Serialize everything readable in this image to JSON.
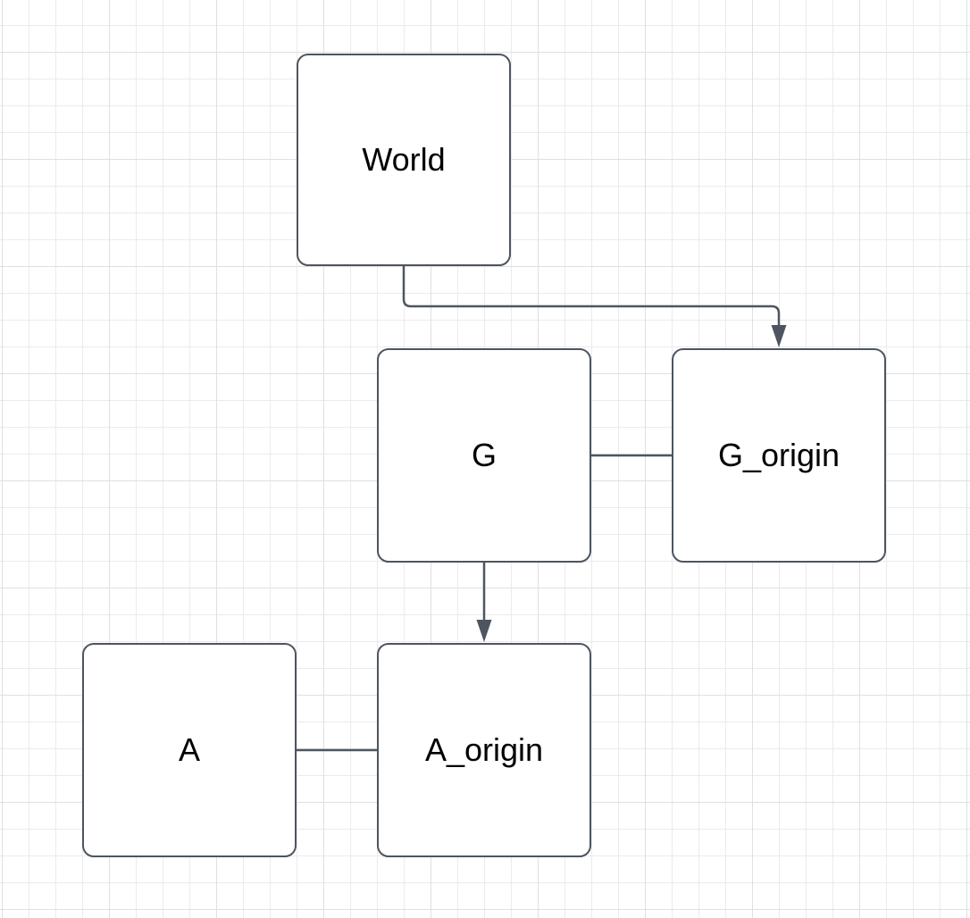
{
  "canvas": {
    "colors": {
      "background": "#ffffff",
      "grid_minor": "#ebebeb",
      "grid_major": "#e0e0e0",
      "stroke": "#4d5560",
      "node_fill": "#ffffff",
      "text": "#000000"
    }
  },
  "nodes": {
    "world": {
      "label": "World"
    },
    "g": {
      "label": "G"
    },
    "g_origin": {
      "label": "G_origin"
    },
    "a": {
      "label": "A"
    },
    "a_origin": {
      "label": "A_origin"
    }
  },
  "edges": [
    {
      "from": "World",
      "to": "G_origin",
      "style": "elbow",
      "arrow": "target"
    },
    {
      "from": "G",
      "to": "G_origin",
      "style": "straight",
      "arrow": "none"
    },
    {
      "from": "G",
      "to": "A_origin",
      "style": "straight",
      "arrow": "target"
    },
    {
      "from": "A",
      "to": "A_origin",
      "style": "straight",
      "arrow": "none"
    }
  ]
}
